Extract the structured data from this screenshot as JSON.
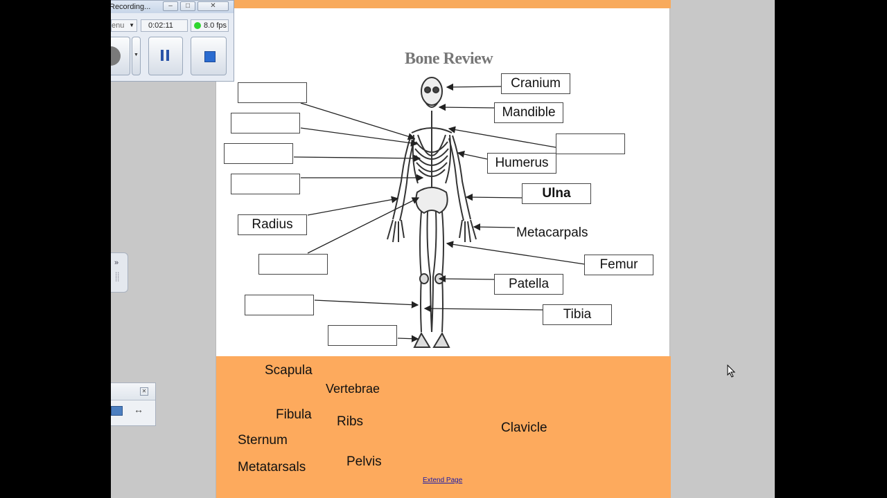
{
  "recorder": {
    "title": "Recording...",
    "menu_label": "enu",
    "timer": "0:02:11",
    "fps": "8.0 fps"
  },
  "worksheet": {
    "title": "Bone Review",
    "labels": {
      "cranium": "Cranium",
      "mandible": "Mandible",
      "humerus": "Humerus",
      "ulna": "Ulna",
      "radius": "Radius",
      "metacarpals": "Metacarpals",
      "femur": "Femur",
      "patella": "Patella",
      "tibia": "Tibia"
    },
    "word_bank": {
      "scapula": "Scapula",
      "vertebrae": "Vertebrae",
      "fibula": "Fibula",
      "ribs": "Ribs",
      "clavicle": "Clavicle",
      "sternum": "Sternum",
      "metatarsals": "Metatarsals",
      "pelvis": "Pelvis"
    },
    "extend_link": "Extend Page"
  },
  "colors": {
    "orange": "#fdaa5d",
    "background": "#c8c8c8"
  }
}
